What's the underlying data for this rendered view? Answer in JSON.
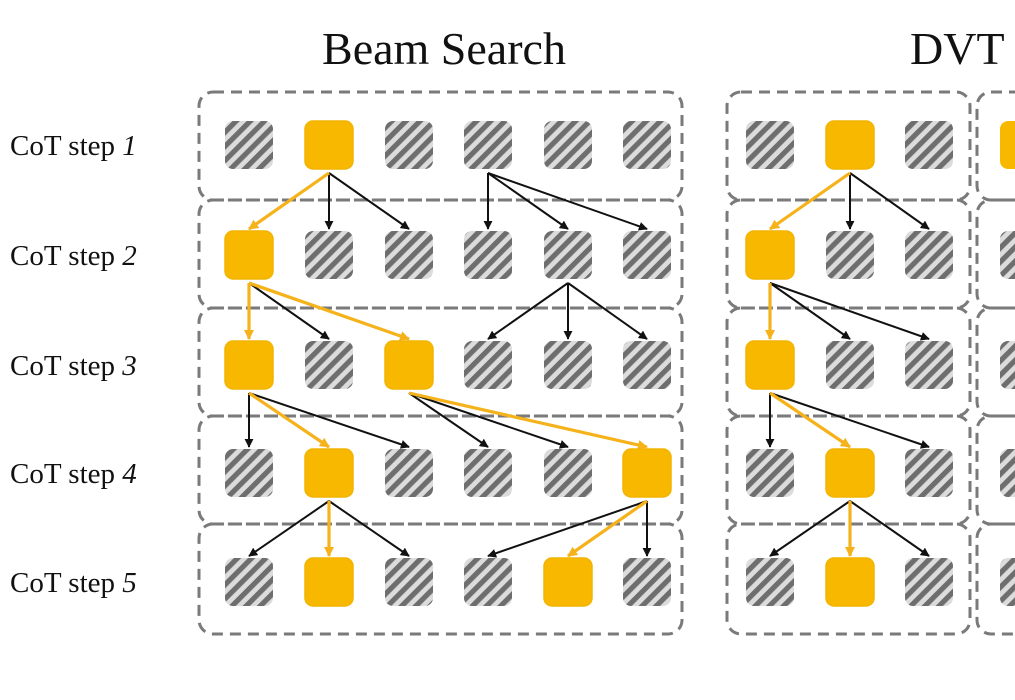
{
  "titles": {
    "beam_search": "Beam Search",
    "dvts": "DVT"
  },
  "step_labels": [
    {
      "prefix": "CoT step ",
      "num": "1"
    },
    {
      "prefix": "CoT step ",
      "num": "2"
    },
    {
      "prefix": "CoT step ",
      "num": "3"
    },
    {
      "prefix": "CoT step ",
      "num": "4"
    },
    {
      "prefix": "CoT step ",
      "num": "5"
    }
  ],
  "colors": {
    "selected": "#F9B800",
    "selected_edge": "#F2B400",
    "pruned_dark": "#6e6e6e",
    "pruned_light": "#dcdcdc",
    "black_arrow": "#111111",
    "gold_arrow": "#F5B21A",
    "dashed_border": "#7a7a7a"
  },
  "beam_search": {
    "columns": 6,
    "rows": [
      {
        "selected": [
          1
        ]
      },
      {
        "selected": [
          0
        ]
      },
      {
        "selected": [
          0,
          2
        ]
      },
      {
        "selected": [
          1,
          5
        ]
      },
      {
        "selected": [
          1,
          4
        ]
      }
    ],
    "edges": [
      {
        "from": [
          0,
          1
        ],
        "to": [
          1,
          0
        ],
        "selected": true
      },
      {
        "from": [
          0,
          1
        ],
        "to": [
          1,
          1
        ],
        "selected": false
      },
      {
        "from": [
          0,
          1
        ],
        "to": [
          1,
          2
        ],
        "selected": false
      },
      {
        "from": [
          0,
          3
        ],
        "to": [
          1,
          3
        ],
        "selected": false
      },
      {
        "from": [
          0,
          3
        ],
        "to": [
          1,
          4
        ],
        "selected": false
      },
      {
        "from": [
          0,
          3
        ],
        "to": [
          1,
          5
        ],
        "selected": false
      },
      {
        "from": [
          1,
          0
        ],
        "to": [
          2,
          0
        ],
        "selected": true
      },
      {
        "from": [
          1,
          0
        ],
        "to": [
          2,
          1
        ],
        "selected": false
      },
      {
        "from": [
          1,
          0
        ],
        "to": [
          2,
          2
        ],
        "selected": true
      },
      {
        "from": [
          1,
          4
        ],
        "to": [
          2,
          3
        ],
        "selected": false
      },
      {
        "from": [
          1,
          4
        ],
        "to": [
          2,
          4
        ],
        "selected": false
      },
      {
        "from": [
          1,
          4
        ],
        "to": [
          2,
          5
        ],
        "selected": false
      },
      {
        "from": [
          2,
          0
        ],
        "to": [
          3,
          0
        ],
        "selected": false
      },
      {
        "from": [
          2,
          0
        ],
        "to": [
          3,
          1
        ],
        "selected": true
      },
      {
        "from": [
          2,
          0
        ],
        "to": [
          3,
          2
        ],
        "selected": false
      },
      {
        "from": [
          2,
          2
        ],
        "to": [
          3,
          3
        ],
        "selected": false
      },
      {
        "from": [
          2,
          2
        ],
        "to": [
          3,
          4
        ],
        "selected": false
      },
      {
        "from": [
          2,
          2
        ],
        "to": [
          3,
          5
        ],
        "selected": true
      },
      {
        "from": [
          3,
          1
        ],
        "to": [
          4,
          0
        ],
        "selected": false
      },
      {
        "from": [
          3,
          1
        ],
        "to": [
          4,
          1
        ],
        "selected": true
      },
      {
        "from": [
          3,
          1
        ],
        "to": [
          4,
          2
        ],
        "selected": false
      },
      {
        "from": [
          3,
          5
        ],
        "to": [
          4,
          3
        ],
        "selected": false
      },
      {
        "from": [
          3,
          5
        ],
        "to": [
          4,
          4
        ],
        "selected": true
      },
      {
        "from": [
          3,
          5
        ],
        "to": [
          4,
          5
        ],
        "selected": false
      }
    ]
  },
  "dvts": {
    "columns": 3,
    "rows": [
      {
        "selected": [
          1
        ]
      },
      {
        "selected": [
          0
        ]
      },
      {
        "selected": [
          0
        ]
      },
      {
        "selected": [
          1
        ]
      },
      {
        "selected": [
          1
        ]
      }
    ],
    "edges": [
      {
        "from": [
          0,
          1
        ],
        "to": [
          1,
          0
        ],
        "selected": true
      },
      {
        "from": [
          0,
          1
        ],
        "to": [
          1,
          1
        ],
        "selected": false
      },
      {
        "from": [
          0,
          1
        ],
        "to": [
          1,
          2
        ],
        "selected": false
      },
      {
        "from": [
          1,
          0
        ],
        "to": [
          2,
          0
        ],
        "selected": true
      },
      {
        "from": [
          1,
          0
        ],
        "to": [
          2,
          1
        ],
        "selected": false
      },
      {
        "from": [
          1,
          0
        ],
        "to": [
          2,
          2
        ],
        "selected": false
      },
      {
        "from": [
          2,
          0
        ],
        "to": [
          3,
          0
        ],
        "selected": false
      },
      {
        "from": [
          2,
          0
        ],
        "to": [
          3,
          1
        ],
        "selected": true
      },
      {
        "from": [
          2,
          0
        ],
        "to": [
          3,
          2
        ],
        "selected": false
      },
      {
        "from": [
          3,
          1
        ],
        "to": [
          4,
          0
        ],
        "selected": false
      },
      {
        "from": [
          3,
          1
        ],
        "to": [
          4,
          1
        ],
        "selected": true
      },
      {
        "from": [
          3,
          1
        ],
        "to": [
          4,
          2
        ],
        "selected": false
      }
    ],
    "second_subtree_rows": [
      {
        "selected": [
          0
        ]
      },
      {
        "selected": []
      },
      {
        "selected": []
      },
      {
        "selected": []
      },
      {
        "selected": []
      }
    ]
  }
}
